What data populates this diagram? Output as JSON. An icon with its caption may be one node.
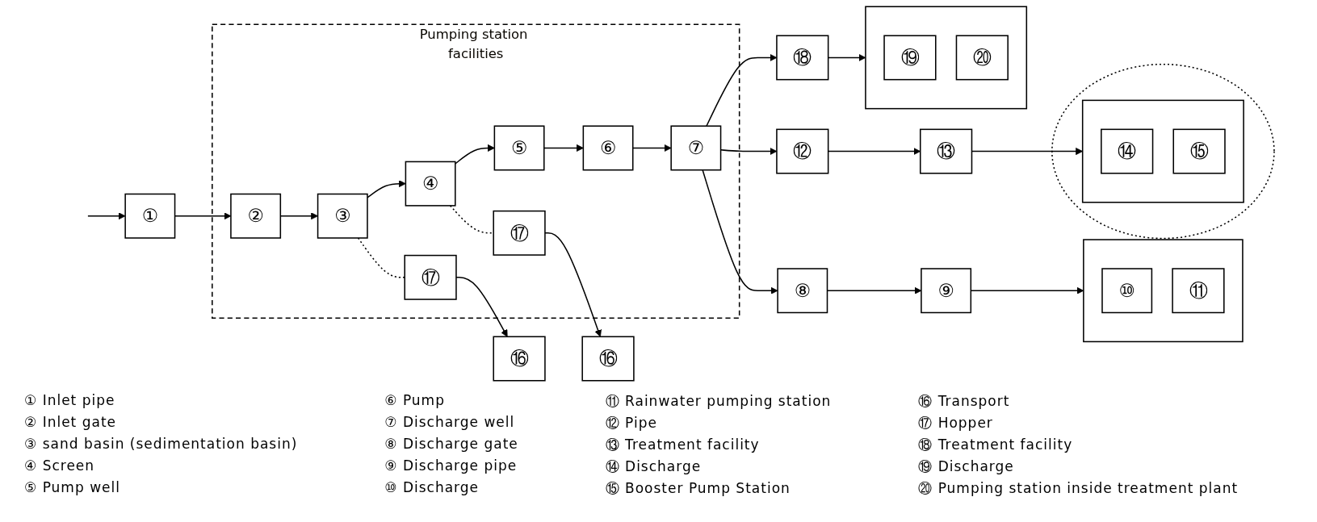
{
  "diagram": {
    "nodes": [
      {
        "text": [
          "①"
        ]
      },
      {
        "text": [
          "Pumping station facilities"
        ]
      },
      {
        "text": [
          "②"
        ],
        "in": 1
      },
      {
        "text": [
          "③"
        ],
        "in": 1
      },
      {
        "text": [
          "④"
        ],
        "in": 1
      },
      {
        "text": [
          "⑤"
        ],
        "in": 1
      },
      {
        "text": [
          "⑥"
        ],
        "in": 1
      },
      {
        "text": [
          "⑦"
        ],
        "in": 1
      },
      {
        "text": [
          "⑰"
        ],
        "in": 1
      },
      {
        "text": [
          "⑰"
        ],
        "in": 1
      },
      {
        "text": [
          "⑯"
        ]
      },
      {
        "text": [
          "⑯"
        ]
      },
      {
        "text": [
          "⑧"
        ]
      },
      {
        "text": [
          "⑨"
        ]
      },
      {
        "text": [],
        "shape": "box"
      },
      {
        "text": [
          "⑩"
        ],
        "in": 14
      },
      {
        "text": [
          "⑪"
        ],
        "in": 14
      },
      {
        "text": [
          "⑫"
        ]
      },
      {
        "text": [
          "⑬"
        ]
      },
      {
        "text": [],
        "shape": "circle"
      },
      {
        "text": [],
        "shape": "box",
        "in": 19
      },
      {
        "text": [
          "⑭"
        ],
        "in": 20
      },
      {
        "text": [
          "⑮"
        ],
        "in": 20
      },
      {
        "text": [
          "⑱"
        ]
      },
      {
        "text": [],
        "shape": "box"
      },
      {
        "text": [
          "⑲"
        ],
        "in": 24
      },
      {
        "text": [
          "⑳"
        ],
        "in": 24
      }
    ],
    "edges": [
      {
        "from": null,
        "to": 0,
        "arrow": "to"
      },
      {
        "from": 0,
        "to": 2,
        "arrow": "to"
      },
      {
        "from": 2,
        "to": 3,
        "arrow": "to"
      },
      {
        "from": 3,
        "to": 4,
        "arrow": "to"
      },
      {
        "from": 4,
        "to": 5,
        "arrow": "to"
      },
      {
        "from": 5,
        "to": 6,
        "arrow": "to"
      },
      {
        "from": 6,
        "to": 7,
        "arrow": "to"
      },
      {
        "from": 3,
        "to": 8,
        "arrow": "none",
        "style": "dashed"
      },
      {
        "from": 4,
        "to": 9,
        "arrow": "none",
        "style": "dashed"
      },
      {
        "from": 8,
        "to": 10,
        "arrow": "to"
      },
      {
        "from": 9,
        "to": 11,
        "arrow": "to"
      },
      {
        "from": 7,
        "to": 12,
        "arrow": "to"
      },
      {
        "from": 7,
        "to": 17,
        "arrow": "to"
      },
      {
        "from": 7,
        "to": 23,
        "arrow": "to"
      },
      {
        "from": 12,
        "to": 13,
        "arrow": "to"
      },
      {
        "from": 13,
        "to": 14,
        "arrow": "to"
      },
      {
        "from": 17,
        "to": 18,
        "arrow": "to"
      },
      {
        "from": 18,
        "to": 20,
        "arrow": "to"
      },
      {
        "from": 23,
        "to": 24,
        "arrow": "to"
      }
    ],
    "labels": [
      "① Inlet pipe",
      "② Inlet gate",
      "③ sand basin (sedimentation basin)",
      "④ Screen",
      "⑤ Pump well",
      "⑥ Pump",
      "⑦ Discharge well",
      "⑧ Discharge gate",
      "⑨ Discharge pipe",
      "⑩ Discharge",
      "⑪ Rainwater pumping station",
      "⑫ Pipe",
      "⑬ Treatment facility",
      "⑭ Discharge",
      "⑮ Booster Pump Station",
      "⑯ Transport",
      "⑰ Hopper",
      "⑱ Treatment facility",
      "⑲ Discharge",
      "⑳ Pumping station inside treatment plant"
    ]
  }
}
